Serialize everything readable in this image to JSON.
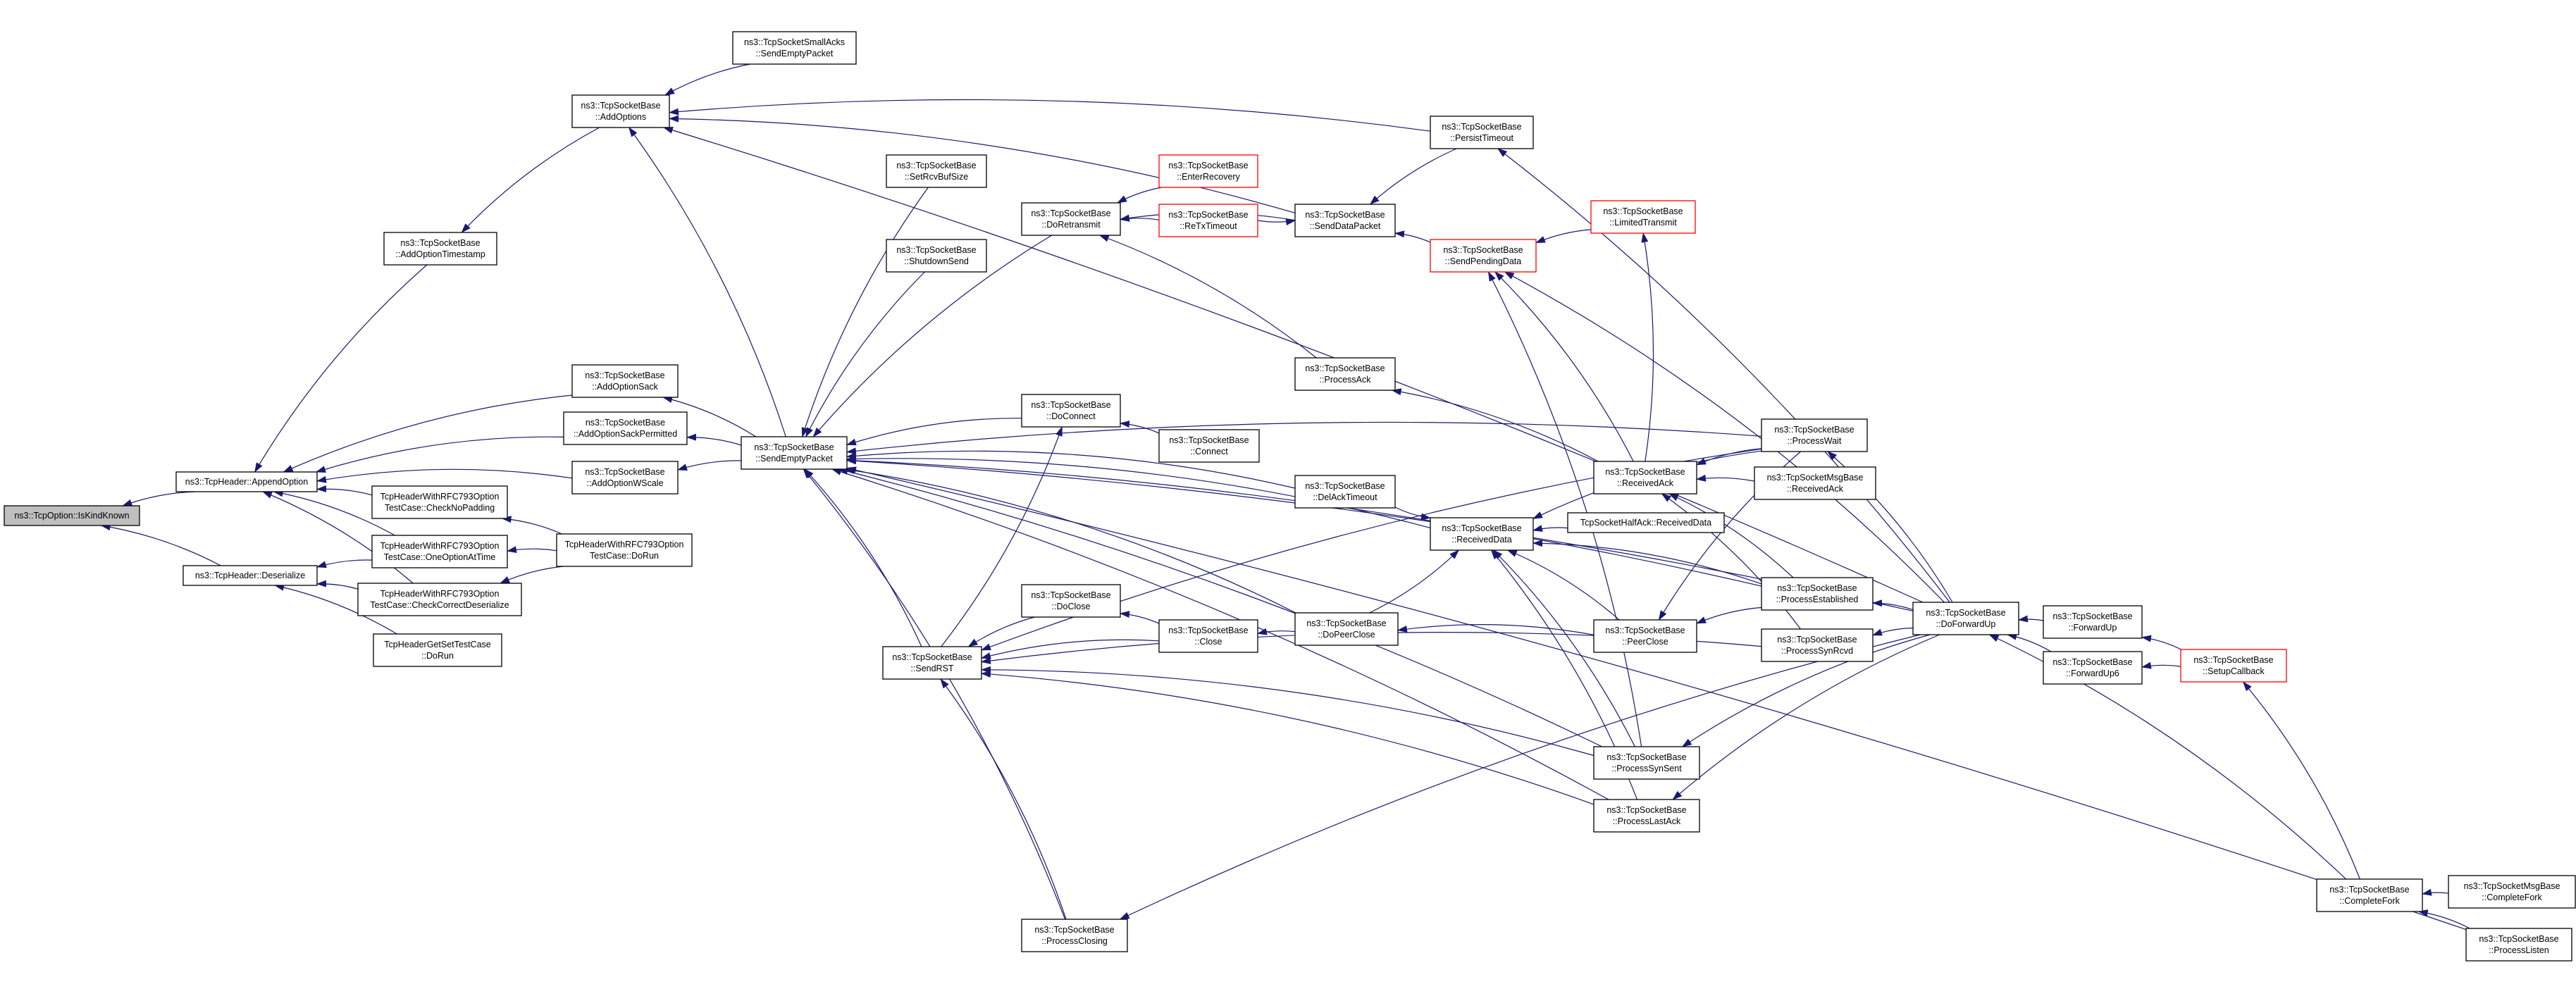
{
  "colors": {
    "edge": "#191970",
    "node_border": "#000000",
    "node_border_truncated": "#ff0000",
    "node_fill": "#ffffff",
    "focus_fill": "#bfbfbf",
    "text": "#000000"
  },
  "nodes": [
    {
      "id": "isKind",
      "lines": [
        "ns3::TcpOption::IsKindKnown"
      ],
      "style": "focus"
    },
    {
      "id": "appendOpt",
      "lines": [
        "ns3::TcpHeader::AppendOption"
      ]
    },
    {
      "id": "deser",
      "lines": [
        "ns3::TcpHeader::Deserialize"
      ]
    },
    {
      "id": "addOptTs",
      "lines": [
        "ns3::TcpSocketBase",
        "::AddOptionTimestamp"
      ]
    },
    {
      "id": "addOpts",
      "lines": [
        "ns3::TcpSocketBase",
        "::AddOptions"
      ]
    },
    {
      "id": "smallAcks",
      "lines": [
        "ns3::TcpSocketSmallAcks",
        "::SendEmptyPacket"
      ]
    },
    {
      "id": "addSack",
      "lines": [
        "ns3::TcpSocketBase",
        "::AddOptionSack"
      ]
    },
    {
      "id": "addSackPerm",
      "lines": [
        "ns3::TcpSocketBase",
        "::AddOptionSackPermitted"
      ]
    },
    {
      "id": "addWScale",
      "lines": [
        "ns3::TcpSocketBase",
        "::AddOptionWScale"
      ]
    },
    {
      "id": "checkNoPad",
      "lines": [
        "TcpHeaderWithRFC793Option",
        "TestCase::CheckNoPadding"
      ]
    },
    {
      "id": "oneOpt",
      "lines": [
        "TcpHeaderWithRFC793Option",
        "TestCase::OneOptionAtTime"
      ]
    },
    {
      "id": "checkCorrect",
      "lines": [
        "TcpHeaderWithRFC793Option",
        "TestCase::CheckCorrectDeserialize"
      ]
    },
    {
      "id": "rfcDoRun",
      "lines": [
        "TcpHeaderWithRFC793Option",
        "TestCase::DoRun"
      ]
    },
    {
      "id": "getSetDoRun",
      "lines": [
        "TcpHeaderGetSetTestCase",
        "::DoRun"
      ]
    },
    {
      "id": "sendEmpty",
      "lines": [
        "ns3::TcpSocketBase",
        "::SendEmptyPacket"
      ]
    },
    {
      "id": "setRcvBuf",
      "lines": [
        "ns3::TcpSocketBase",
        "::SetRcvBufSize"
      ]
    },
    {
      "id": "shutdownSend",
      "lines": [
        "ns3::TcpSocketBase",
        "::ShutdownSend"
      ]
    },
    {
      "id": "doRetransmit",
      "lines": [
        "ns3::TcpSocketBase",
        "::DoRetransmit"
      ]
    },
    {
      "id": "enterRecovery",
      "lines": [
        "ns3::TcpSocketBase",
        "::EnterRecovery"
      ],
      "style": "truncated"
    },
    {
      "id": "reTxTimeout",
      "lines": [
        "ns3::TcpSocketBase",
        "::ReTxTimeout"
      ],
      "style": "truncated"
    },
    {
      "id": "sendDataPacket",
      "lines": [
        "ns3::TcpSocketBase",
        "::SendDataPacket"
      ]
    },
    {
      "id": "persistTimeout",
      "lines": [
        "ns3::TcpSocketBase",
        "::PersistTimeout"
      ]
    },
    {
      "id": "sendPendingData",
      "lines": [
        "ns3::TcpSocketBase",
        "::SendPendingData"
      ],
      "style": "truncated"
    },
    {
      "id": "limitedTransmit",
      "lines": [
        "ns3::TcpSocketBase",
        "::LimitedTransmit"
      ],
      "style": "truncated"
    },
    {
      "id": "processAck",
      "lines": [
        "ns3::TcpSocketBase",
        "::ProcessAck"
      ]
    },
    {
      "id": "doConnect",
      "lines": [
        "ns3::TcpSocketBase",
        "::DoConnect"
      ]
    },
    {
      "id": "connect",
      "lines": [
        "ns3::TcpSocketBase",
        "::Connect"
      ]
    },
    {
      "id": "delAckTimeout",
      "lines": [
        "ns3::TcpSocketBase",
        "::DelAckTimeout"
      ]
    },
    {
      "id": "receivedData",
      "lines": [
        "ns3::TcpSocketBase",
        "::ReceivedData"
      ]
    },
    {
      "id": "receivedAck",
      "lines": [
        "ns3::TcpSocketBase",
        "::ReceivedAck"
      ]
    },
    {
      "id": "processWait",
      "lines": [
        "ns3::TcpSocketBase",
        "::ProcessWait"
      ]
    },
    {
      "id": "msgReceivedAck",
      "lines": [
        "ns3::TcpSocketMsgBase",
        "::ReceivedAck"
      ]
    },
    {
      "id": "halfAck",
      "lines": [
        "TcpSocketHalfAck::ReceivedData"
      ]
    },
    {
      "id": "doClose",
      "lines": [
        "ns3::TcpSocketBase",
        "::DoClose"
      ]
    },
    {
      "id": "close",
      "lines": [
        "ns3::TcpSocketBase",
        "::Close"
      ]
    },
    {
      "id": "doPeerClose",
      "lines": [
        "ns3::TcpSocketBase",
        "::DoPeerClose"
      ]
    },
    {
      "id": "peerClose",
      "lines": [
        "ns3::TcpSocketBase",
        "::PeerClose"
      ]
    },
    {
      "id": "processEstablished",
      "lines": [
        "ns3::TcpSocketBase",
        "::ProcessEstablished"
      ]
    },
    {
      "id": "processSynRcvd",
      "lines": [
        "ns3::TcpSocketBase",
        "::ProcessSynRcvd"
      ]
    },
    {
      "id": "doForwardUp",
      "lines": [
        "ns3::TcpSocketBase",
        "::DoForwardUp"
      ]
    },
    {
      "id": "forwardUp",
      "lines": [
        "ns3::TcpSocketBase",
        "::ForwardUp"
      ]
    },
    {
      "id": "forwardUp6",
      "lines": [
        "ns3::TcpSocketBase",
        "::ForwardUp6"
      ]
    },
    {
      "id": "setupCallback",
      "lines": [
        "ns3::TcpSocketBase",
        "::SetupCallback"
      ],
      "style": "truncated"
    },
    {
      "id": "sendRST",
      "lines": [
        "ns3::TcpSocketBase",
        "::SendRST"
      ]
    },
    {
      "id": "processSynSent",
      "lines": [
        "ns3::TcpSocketBase",
        "::ProcessSynSent"
      ]
    },
    {
      "id": "processLastAck",
      "lines": [
        "ns3::TcpSocketBase",
        "::ProcessLastAck"
      ]
    },
    {
      "id": "processClosing",
      "lines": [
        "ns3::TcpSocketBase",
        "::ProcessClosing"
      ]
    },
    {
      "id": "completeFork",
      "lines": [
        "ns3::TcpSocketBase",
        "::CompleteFork"
      ]
    },
    {
      "id": "msgCompleteFork",
      "lines": [
        "ns3::TcpSocketMsgBase",
        "::CompleteFork"
      ]
    },
    {
      "id": "processListen",
      "lines": [
        "ns3::TcpSocketBase",
        "::ProcessListen"
      ]
    }
  ],
  "edges": [
    [
      "appendOpt",
      "isKind"
    ],
    [
      "deser",
      "isKind"
    ],
    [
      "addOptTs",
      "appendOpt"
    ],
    [
      "addSack",
      "appendOpt"
    ],
    [
      "addSackPerm",
      "appendOpt"
    ],
    [
      "addWScale",
      "appendOpt"
    ],
    [
      "checkNoPad",
      "appendOpt"
    ],
    [
      "oneOpt",
      "appendOpt"
    ],
    [
      "checkCorrect",
      "appendOpt"
    ],
    [
      "oneOpt",
      "deser"
    ],
    [
      "checkCorrect",
      "deser"
    ],
    [
      "getSetDoRun",
      "deser"
    ],
    [
      "rfcDoRun",
      "checkNoPad"
    ],
    [
      "rfcDoRun",
      "oneOpt"
    ],
    [
      "rfcDoRun",
      "checkCorrect"
    ],
    [
      "addOpts",
      "addOptTs"
    ],
    [
      "sendEmpty",
      "addOpts"
    ],
    [
      "smallAcks",
      "addOpts"
    ],
    [
      "sendDataPacket",
      "addOpts"
    ],
    [
      "persistTimeout",
      "addOpts"
    ],
    [
      "doForwardUp",
      "addOpts"
    ],
    [
      "sendEmpty",
      "addSack"
    ],
    [
      "sendEmpty",
      "addSackPerm"
    ],
    [
      "sendEmpty",
      "addWScale"
    ],
    [
      "setRcvBuf",
      "sendEmpty"
    ],
    [
      "shutdownSend",
      "sendEmpty"
    ],
    [
      "doRetransmit",
      "sendEmpty"
    ],
    [
      "doConnect",
      "sendEmpty"
    ],
    [
      "delAckTimeout",
      "sendEmpty"
    ],
    [
      "sendRST",
      "sendEmpty"
    ],
    [
      "doPeerClose",
      "sendEmpty"
    ],
    [
      "receivedData",
      "sendEmpty"
    ],
    [
      "processWait",
      "sendEmpty"
    ],
    [
      "processEstablished",
      "sendEmpty"
    ],
    [
      "processSynSent",
      "sendEmpty"
    ],
    [
      "processLastAck",
      "sendEmpty"
    ],
    [
      "processClosing",
      "sendEmpty"
    ],
    [
      "doForwardUp",
      "sendEmpty"
    ],
    [
      "processListen",
      "sendEmpty"
    ],
    [
      "enterRecovery",
      "doRetransmit"
    ],
    [
      "reTxTimeout",
      "doRetransmit"
    ],
    [
      "processAck",
      "doRetransmit"
    ],
    [
      "reTxTimeout",
      "sendDataPacket"
    ],
    [
      "sendDataPacket",
      "doRetransmit"
    ],
    [
      "sendPendingData",
      "sendDataPacket"
    ],
    [
      "persistTimeout",
      "sendDataPacket"
    ],
    [
      "limitedTransmit",
      "sendPendingData"
    ],
    [
      "receivedAck",
      "sendPendingData"
    ],
    [
      "processSynSent",
      "sendPendingData"
    ],
    [
      "doForwardUp",
      "sendPendingData"
    ],
    [
      "receivedAck",
      "processAck"
    ],
    [
      "receivedAck",
      "limitedTransmit"
    ],
    [
      "connect",
      "doConnect"
    ],
    [
      "sendRST",
      "doConnect"
    ],
    [
      "delAckTimeout",
      "receivedData"
    ],
    [
      "halfAck",
      "receivedData"
    ],
    [
      "processWait",
      "receivedData"
    ],
    [
      "processEstablished",
      "receivedData"
    ],
    [
      "processLastAck",
      "receivedData"
    ],
    [
      "processSynSent",
      "receivedData"
    ],
    [
      "doPeerClose",
      "receivedData"
    ],
    [
      "peerClose",
      "receivedData"
    ],
    [
      "processWait",
      "receivedAck"
    ],
    [
      "msgReceivedAck",
      "receivedAck"
    ],
    [
      "processEstablished",
      "receivedAck"
    ],
    [
      "processSynRcvd",
      "receivedAck"
    ],
    [
      "doClose",
      "sendRST"
    ],
    [
      "close",
      "doClose"
    ],
    [
      "close",
      "sendRST"
    ],
    [
      "doPeerClose",
      "close"
    ],
    [
      "peerClose",
      "doPeerClose"
    ],
    [
      "processWait",
      "peerClose"
    ],
    [
      "processEstablished",
      "peerClose"
    ],
    [
      "processSynRcvd",
      "sendRST"
    ],
    [
      "processSynSent",
      "sendRST"
    ],
    [
      "processLastAck",
      "sendRST"
    ],
    [
      "processClosing",
      "sendRST"
    ],
    [
      "processWait",
      "sendRST"
    ],
    [
      "doForwardUp",
      "processWait"
    ],
    [
      "doForwardUp",
      "processEstablished"
    ],
    [
      "doForwardUp",
      "processSynRcvd"
    ],
    [
      "doForwardUp",
      "processSynSent"
    ],
    [
      "doForwardUp",
      "processLastAck"
    ],
    [
      "doForwardUp",
      "processClosing"
    ],
    [
      "doForwardUp",
      "persistTimeout"
    ],
    [
      "forwardUp",
      "doForwardUp"
    ],
    [
      "forwardUp6",
      "doForwardUp"
    ],
    [
      "setupCallback",
      "forwardUp"
    ],
    [
      "setupCallback",
      "forwardUp6"
    ],
    [
      "completeFork",
      "setupCallback"
    ],
    [
      "completeFork",
      "doForwardUp"
    ],
    [
      "msgCompleteFork",
      "completeFork"
    ],
    [
      "processListen",
      "completeFork"
    ]
  ]
}
